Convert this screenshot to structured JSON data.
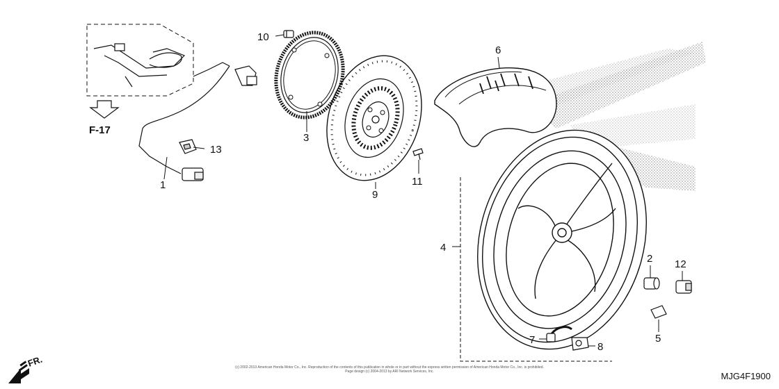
{
  "callouts": [
    {
      "id": "1",
      "text": "1"
    },
    {
      "id": "2",
      "text": "2"
    },
    {
      "id": "3",
      "text": "3"
    },
    {
      "id": "4",
      "text": "4"
    },
    {
      "id": "5",
      "text": "5"
    },
    {
      "id": "6",
      "text": "6"
    },
    {
      "id": "7",
      "text": "7"
    },
    {
      "id": "8",
      "text": "8"
    },
    {
      "id": "9",
      "text": "9"
    },
    {
      "id": "10",
      "text": "10"
    },
    {
      "id": "11",
      "text": "11"
    },
    {
      "id": "12",
      "text": "12"
    },
    {
      "id": "13",
      "text": "13"
    }
  ],
  "reference": {
    "text": "F-17"
  },
  "front_indicator": {
    "text": "FR."
  },
  "diagram_code": {
    "text": "MJG4F1900"
  },
  "copyright": {
    "line1": "(c) 2002-2013 American Honda Motor Co., Inc. Reproduction of the contents of this publication in whole or in part without the express written permission of American Honda Motor Co., Inc. is prohibited.",
    "line2": "Page design (c) 2004-2013 by ARI Network Services, Inc."
  }
}
